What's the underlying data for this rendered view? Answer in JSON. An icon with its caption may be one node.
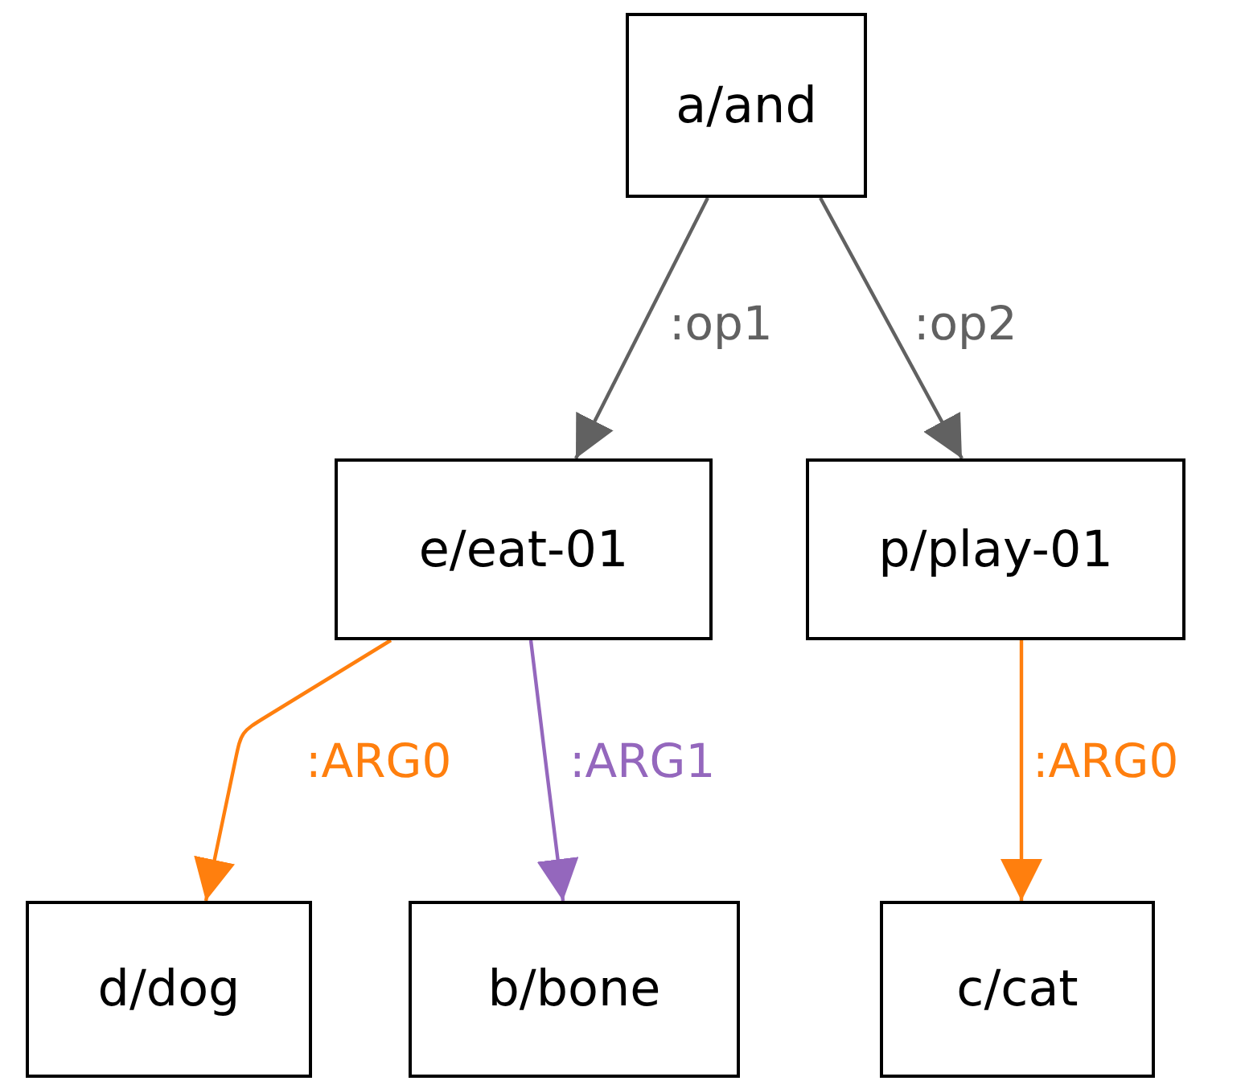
{
  "diagram": {
    "nodes": [
      {
        "text": [
          "a/and"
        ]
      },
      {
        "text": [
          "e/eat-01"
        ]
      },
      {
        "text": [
          "p/play-01"
        ]
      },
      {
        "text": [
          "d/dog"
        ]
      },
      {
        "text": [
          "b/bone"
        ]
      },
      {
        "text": [
          "c/cat"
        ]
      }
    ],
    "edges": [
      {
        "from": 0,
        "to": 1,
        "arrow": "to",
        "label": ":op1"
      },
      {
        "from": 0,
        "to": 2,
        "arrow": "to",
        "label": ":op2"
      },
      {
        "from": 1,
        "to": 3,
        "arrow": "to",
        "label": ":ARG0",
        "color": "#ff7f0e"
      },
      {
        "from": 1,
        "to": 4,
        "arrow": "to",
        "label": ":ARG1",
        "color": "#9467bd"
      },
      {
        "from": 2,
        "to": 5,
        "arrow": "to",
        "label": ":ARG0",
        "color": "#ff7f0e"
      }
    ]
  }
}
